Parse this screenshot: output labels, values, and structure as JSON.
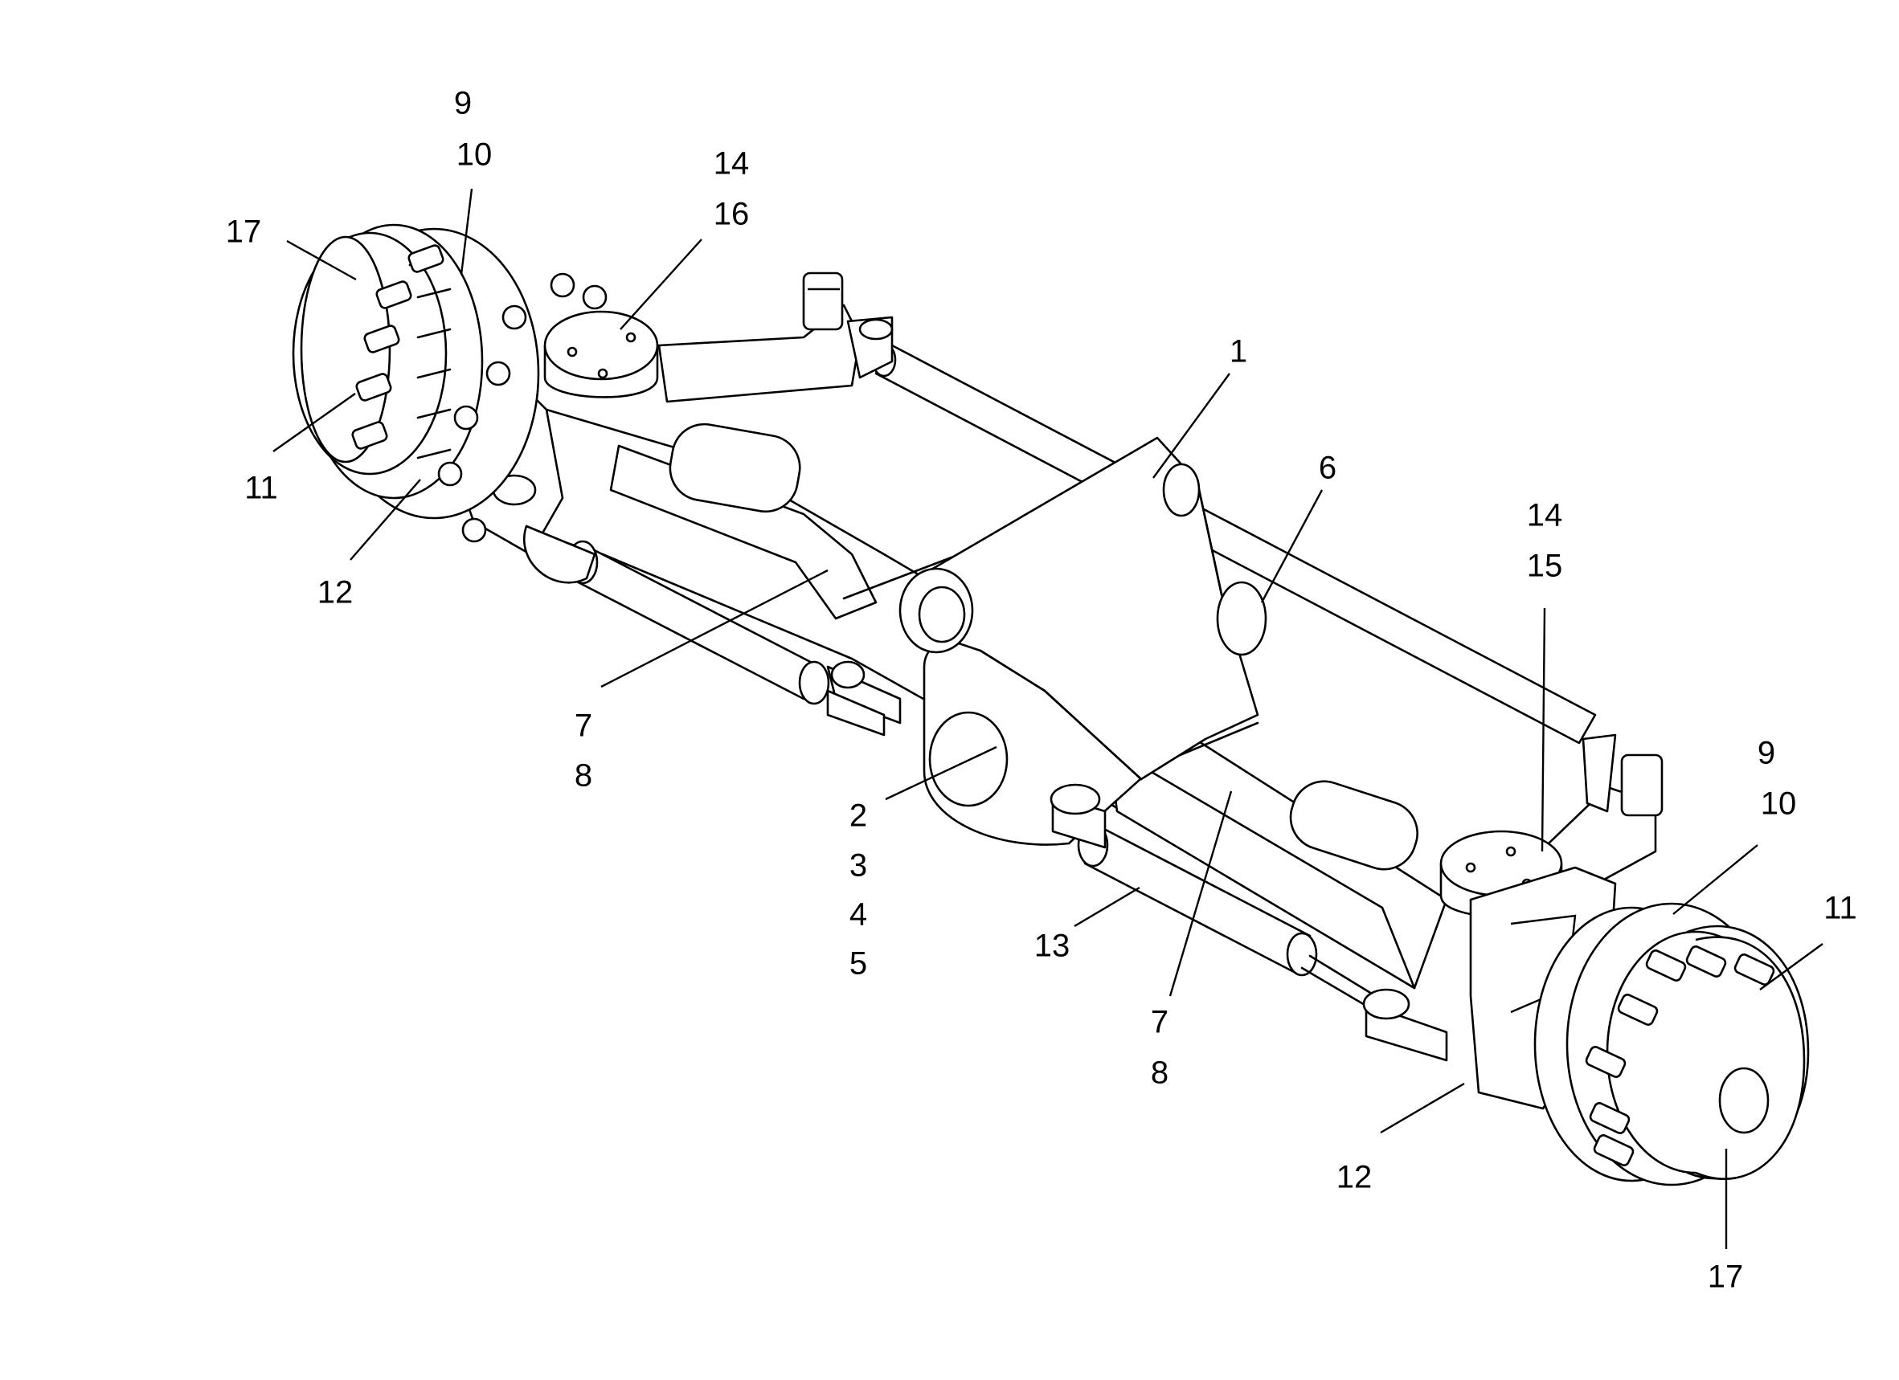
{
  "figure": {
    "callouts": [
      {
        "id": "c1",
        "lines": [
          "1"
        ]
      },
      {
        "id": "c6",
        "lines": [
          "6"
        ]
      },
      {
        "id": "cL_top",
        "lines": [
          "9",
          "10"
        ]
      },
      {
        "id": "cL_17",
        "lines": [
          "17"
        ]
      },
      {
        "id": "cL_14",
        "lines": [
          "14",
          "16"
        ]
      },
      {
        "id": "cL_11",
        "lines": [
          "11"
        ]
      },
      {
        "id": "cL_12",
        "lines": [
          "12"
        ]
      },
      {
        "id": "cL_7",
        "lines": [
          "7",
          "8"
        ]
      },
      {
        "id": "c2",
        "lines": [
          "2",
          "3",
          "4",
          "5"
        ]
      },
      {
        "id": "c13",
        "lines": [
          "13"
        ]
      },
      {
        "id": "cR_7",
        "lines": [
          "7",
          "8"
        ]
      },
      {
        "id": "cR_14",
        "lines": [
          "14",
          "15"
        ]
      },
      {
        "id": "cR_9",
        "lines": [
          "9",
          "10"
        ]
      },
      {
        "id": "cR_11",
        "lines": [
          "11"
        ]
      },
      {
        "id": "cR_12",
        "lines": [
          "12"
        ]
      },
      {
        "id": "cR_17",
        "lines": [
          "17"
        ]
      }
    ]
  }
}
